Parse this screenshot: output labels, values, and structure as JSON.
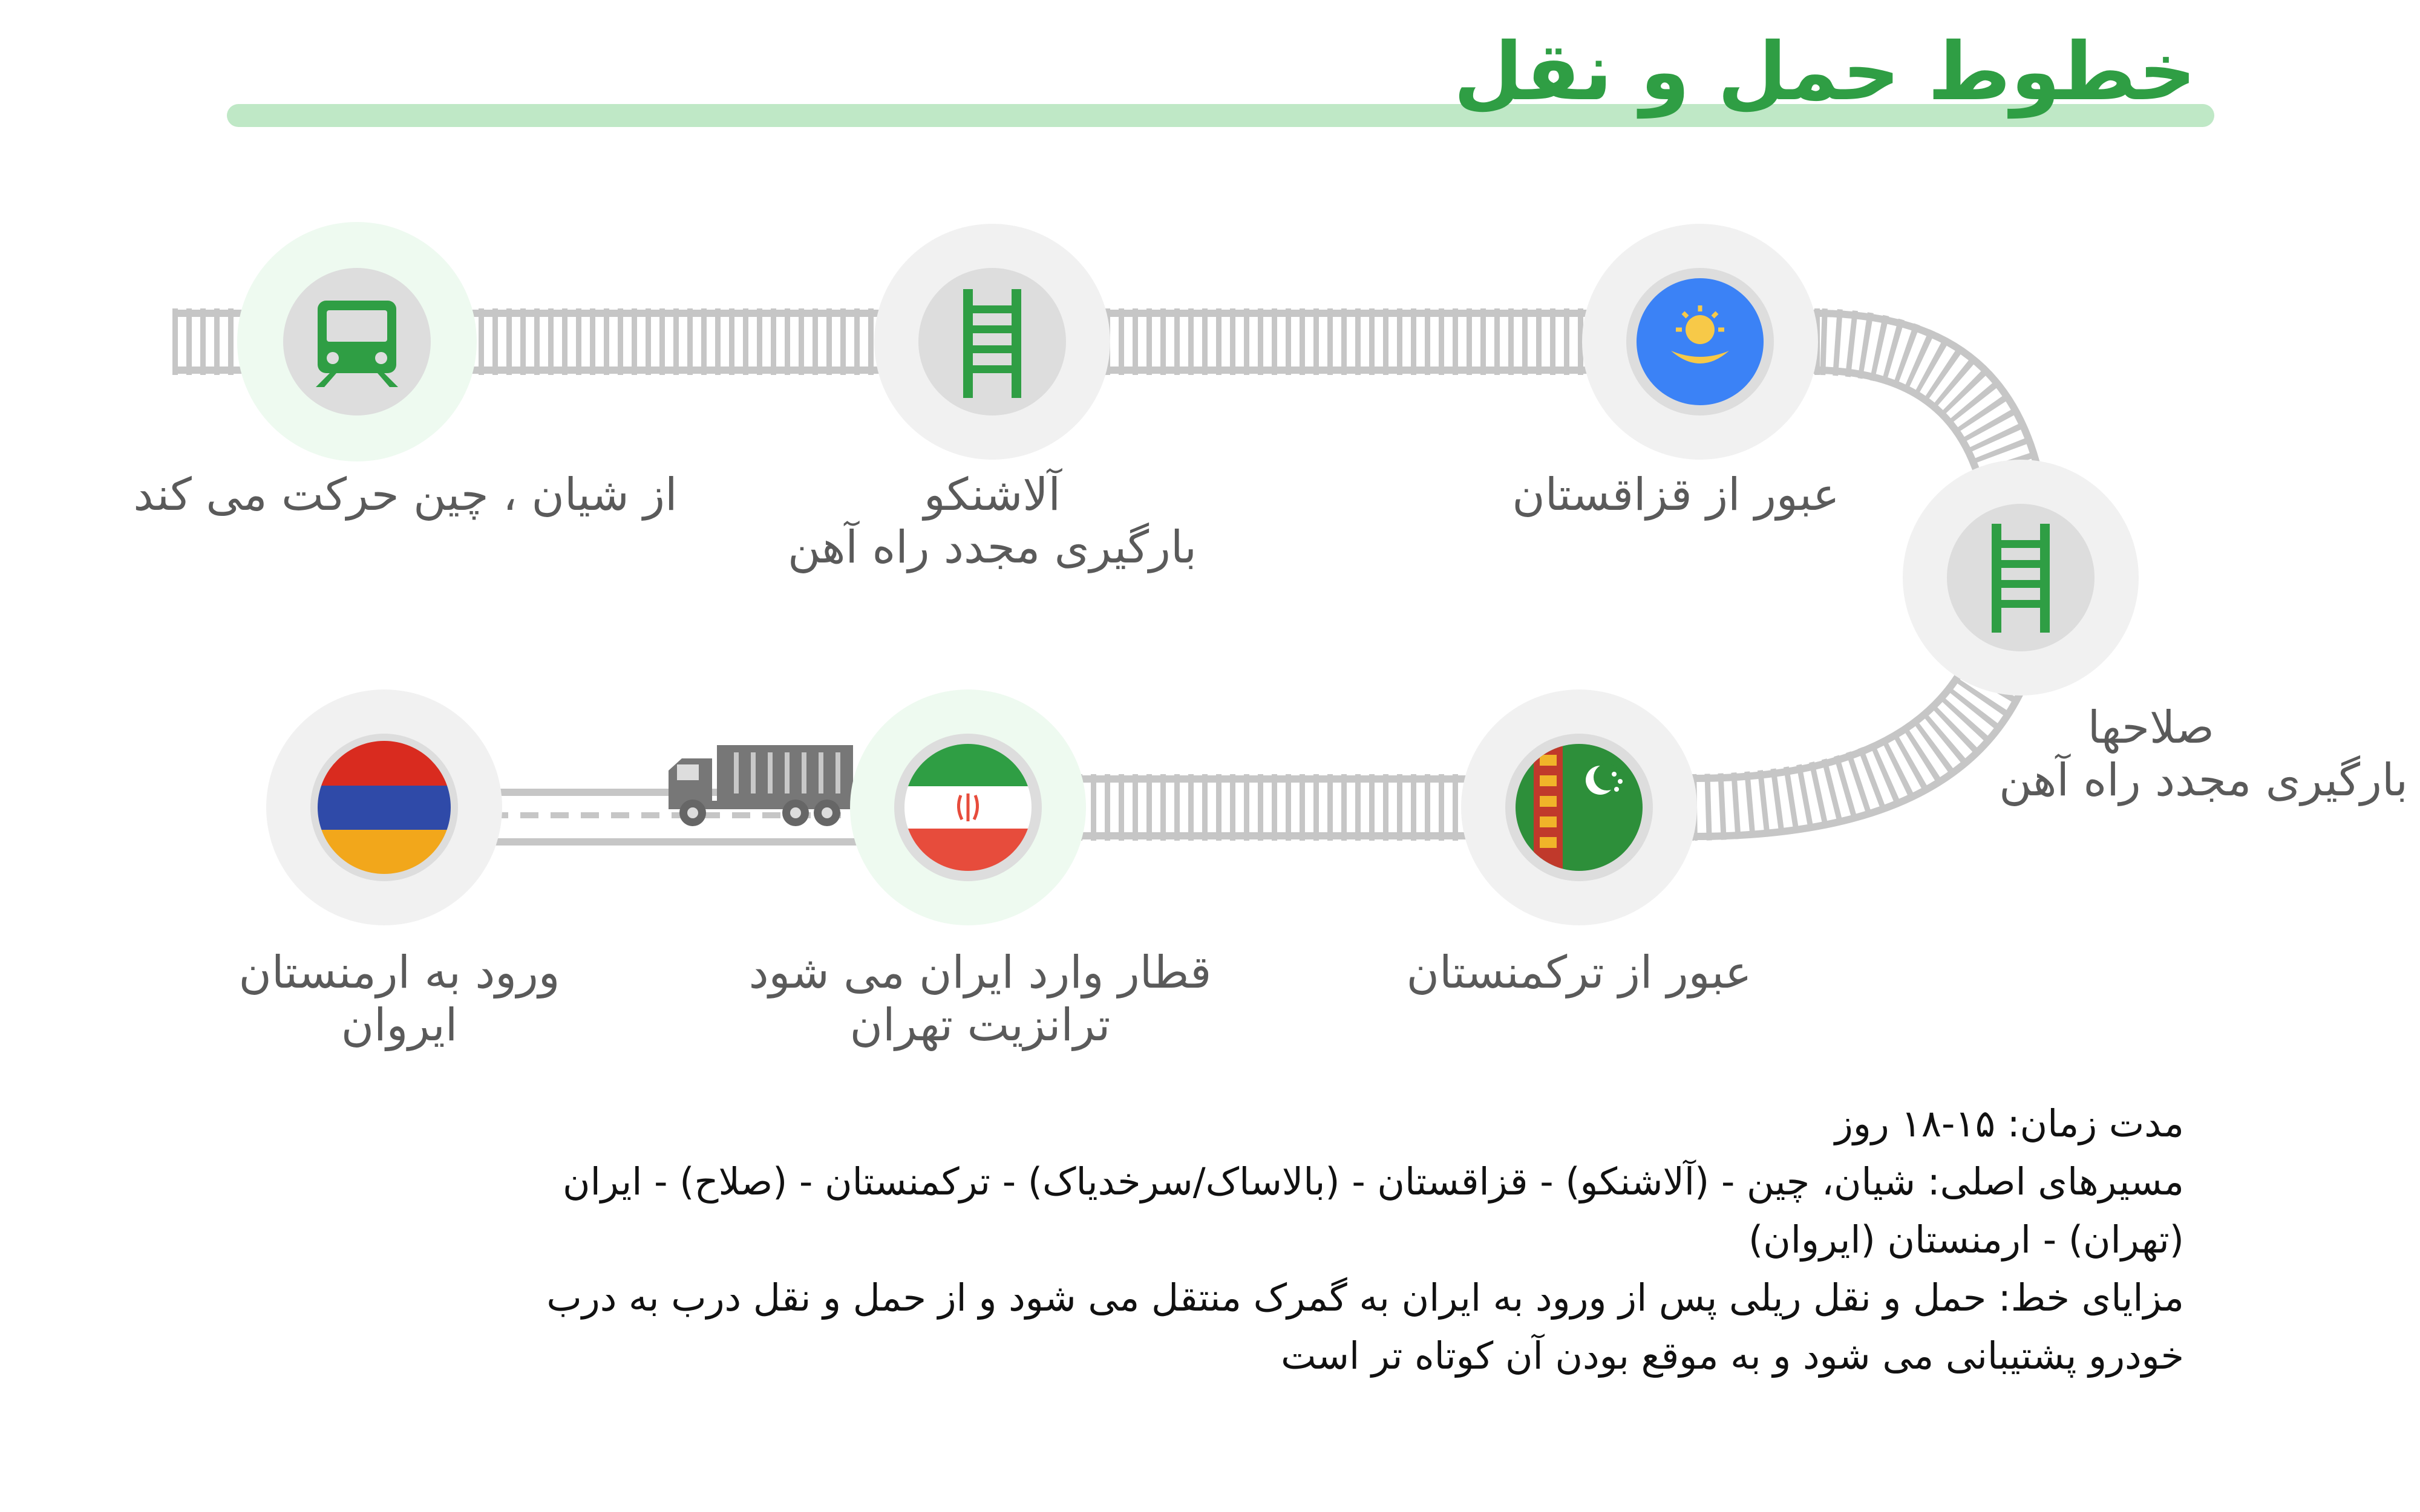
{
  "title": "خطوط حمل و نقل",
  "stations": [
    {
      "id": "xian",
      "icon": "train-icon",
      "lines": [
        "از شیان ، چین حرکت می کند"
      ]
    },
    {
      "id": "alashankou",
      "icon": "railway-track-icon",
      "lines": [
        "آلاشنکو",
        "بارگیری مجدد راه آهن"
      ]
    },
    {
      "id": "kazakhstan",
      "icon": "kazakhstan-flag-icon",
      "lines": [
        "عبور از قزاقستان"
      ]
    },
    {
      "id": "salahha",
      "icon": "railway-track-icon",
      "lines": [
        "صلاحها",
        "بارگیری مجدد راه آهن"
      ]
    },
    {
      "id": "turkmenistan",
      "icon": "turkmenistan-flag-icon",
      "lines": [
        "عبور از ترکمنستان"
      ]
    },
    {
      "id": "iran",
      "icon": "iran-flag-icon",
      "lines": [
        "قطار وارد ایران می شود",
        "ترانزیت تهران"
      ]
    },
    {
      "id": "armenia",
      "icon": "armenia-flag-icon",
      "lines": [
        "ورود به ارمنستان",
        "ایروان"
      ]
    }
  ],
  "connector_icon": "truck-icon",
  "notes": [
    "مدت زمان: ۱۵-۱۸ روز",
    "مسیرهای اصلی: شیان، چین - (آلاشنکو) - قزاقستان - (بالاساک/سرخدیاک) - ترکمنستان - (صلاح) - ایران (تهران) - ارمنستان (ایروان)",
    "مزایای خط: حمل و نقل ریلی پس از ورود به ایران به گمرک منتقل می شود و از حمل و نقل درب به درب خودرو پشتیبانی می شود و به موقع بودن آن کوتاه تر است"
  ],
  "colors": {
    "accent_green": "#2f9e44",
    "title_underline": "#bfe8c6",
    "track": "#c6c6c6",
    "kazakhstan_blue": "#3b82f6",
    "kazakhstan_gold": "#f7c948",
    "iran_green": "#2f9e44",
    "iran_red": "#e74c3c",
    "armenia_red": "#d92b1f",
    "armenia_blue": "#2f4aa8",
    "armenia_orange": "#f2a71b",
    "turkmenistan_green": "#2d8f3a",
    "turkmenistan_red": "#c0392b"
  }
}
